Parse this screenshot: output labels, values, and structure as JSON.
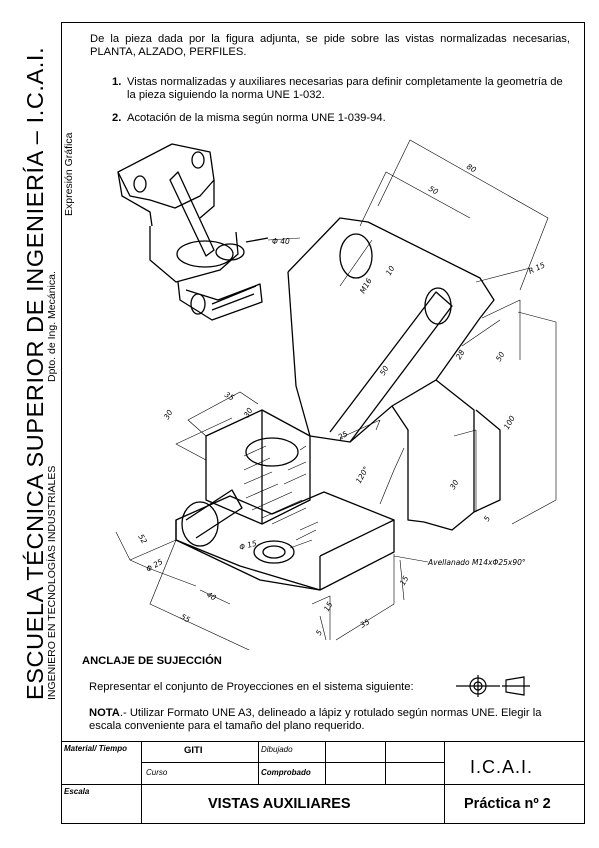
{
  "side": {
    "school": "ESCUELA TÉCNICA SUPERIOR DE INGENIERÍA – I.C.A.I.",
    "degree": "INGENIERO EN TECNOLOGÍAS INDUSTRIALES",
    "department": "Dpto. de Ing. Mecánica.",
    "area": "Expresión Gráfica"
  },
  "statement": {
    "intro": "De la pieza dada por la figura adjunta, se pide sobre las vistas normalizadas necesarias, PLANTA, ALZADO, PERFILES.",
    "items": [
      {
        "num": "1.",
        "text": "Vistas normalizadas y auxiliares necesarias para definir completamente la geometría de la pieza siguiendo la norma UNE 1-032."
      },
      {
        "num": "2.",
        "text": "Acotación de la misma según norma UNE 1-039-94."
      }
    ]
  },
  "dimensions": {
    "d80": "80",
    "d50a": "50",
    "phi40": "Φ 40",
    "r15": "R 15",
    "m16": "M16",
    "d10": "10",
    "d50b": "50",
    "d28": "28",
    "d50c": "50",
    "d100": "100",
    "d30a": "30",
    "d120": "120°",
    "d25": "25",
    "d30b": "30",
    "d5": "5",
    "d35": "35",
    "d30c": "30",
    "phi15": "Φ 15",
    "d52": "52",
    "phi25": "Φ 25",
    "d40": "40",
    "d55": "55",
    "d5b": "5",
    "d15": "15",
    "d15b": "15",
    "d35b": "35",
    "avellanado": "Avellanado M14xΦ25x90°"
  },
  "anclaje": "ANCLAJE DE SUJECCIÓN",
  "represent": "Representar el conjunto de Proyecciones en el sistema siguiente:",
  "nota": {
    "label": "NOTA",
    "text": ".- Utilizar Formato UNE A3, delineado a lápiz y rotulado según normas UNE. Elegir la escala conveniente para el tamaño del plano requerido."
  },
  "titleblock": {
    "material": "Material/ Tiempo",
    "giti": "GITI",
    "curso": "Curso",
    "dibujado": "Dibujado",
    "comprobado": "Comprobado",
    "escala": "Escala",
    "title": "VISTAS AUXILIARES",
    "org": "I.C.A.I.",
    "practica": "Práctica nº 2"
  }
}
